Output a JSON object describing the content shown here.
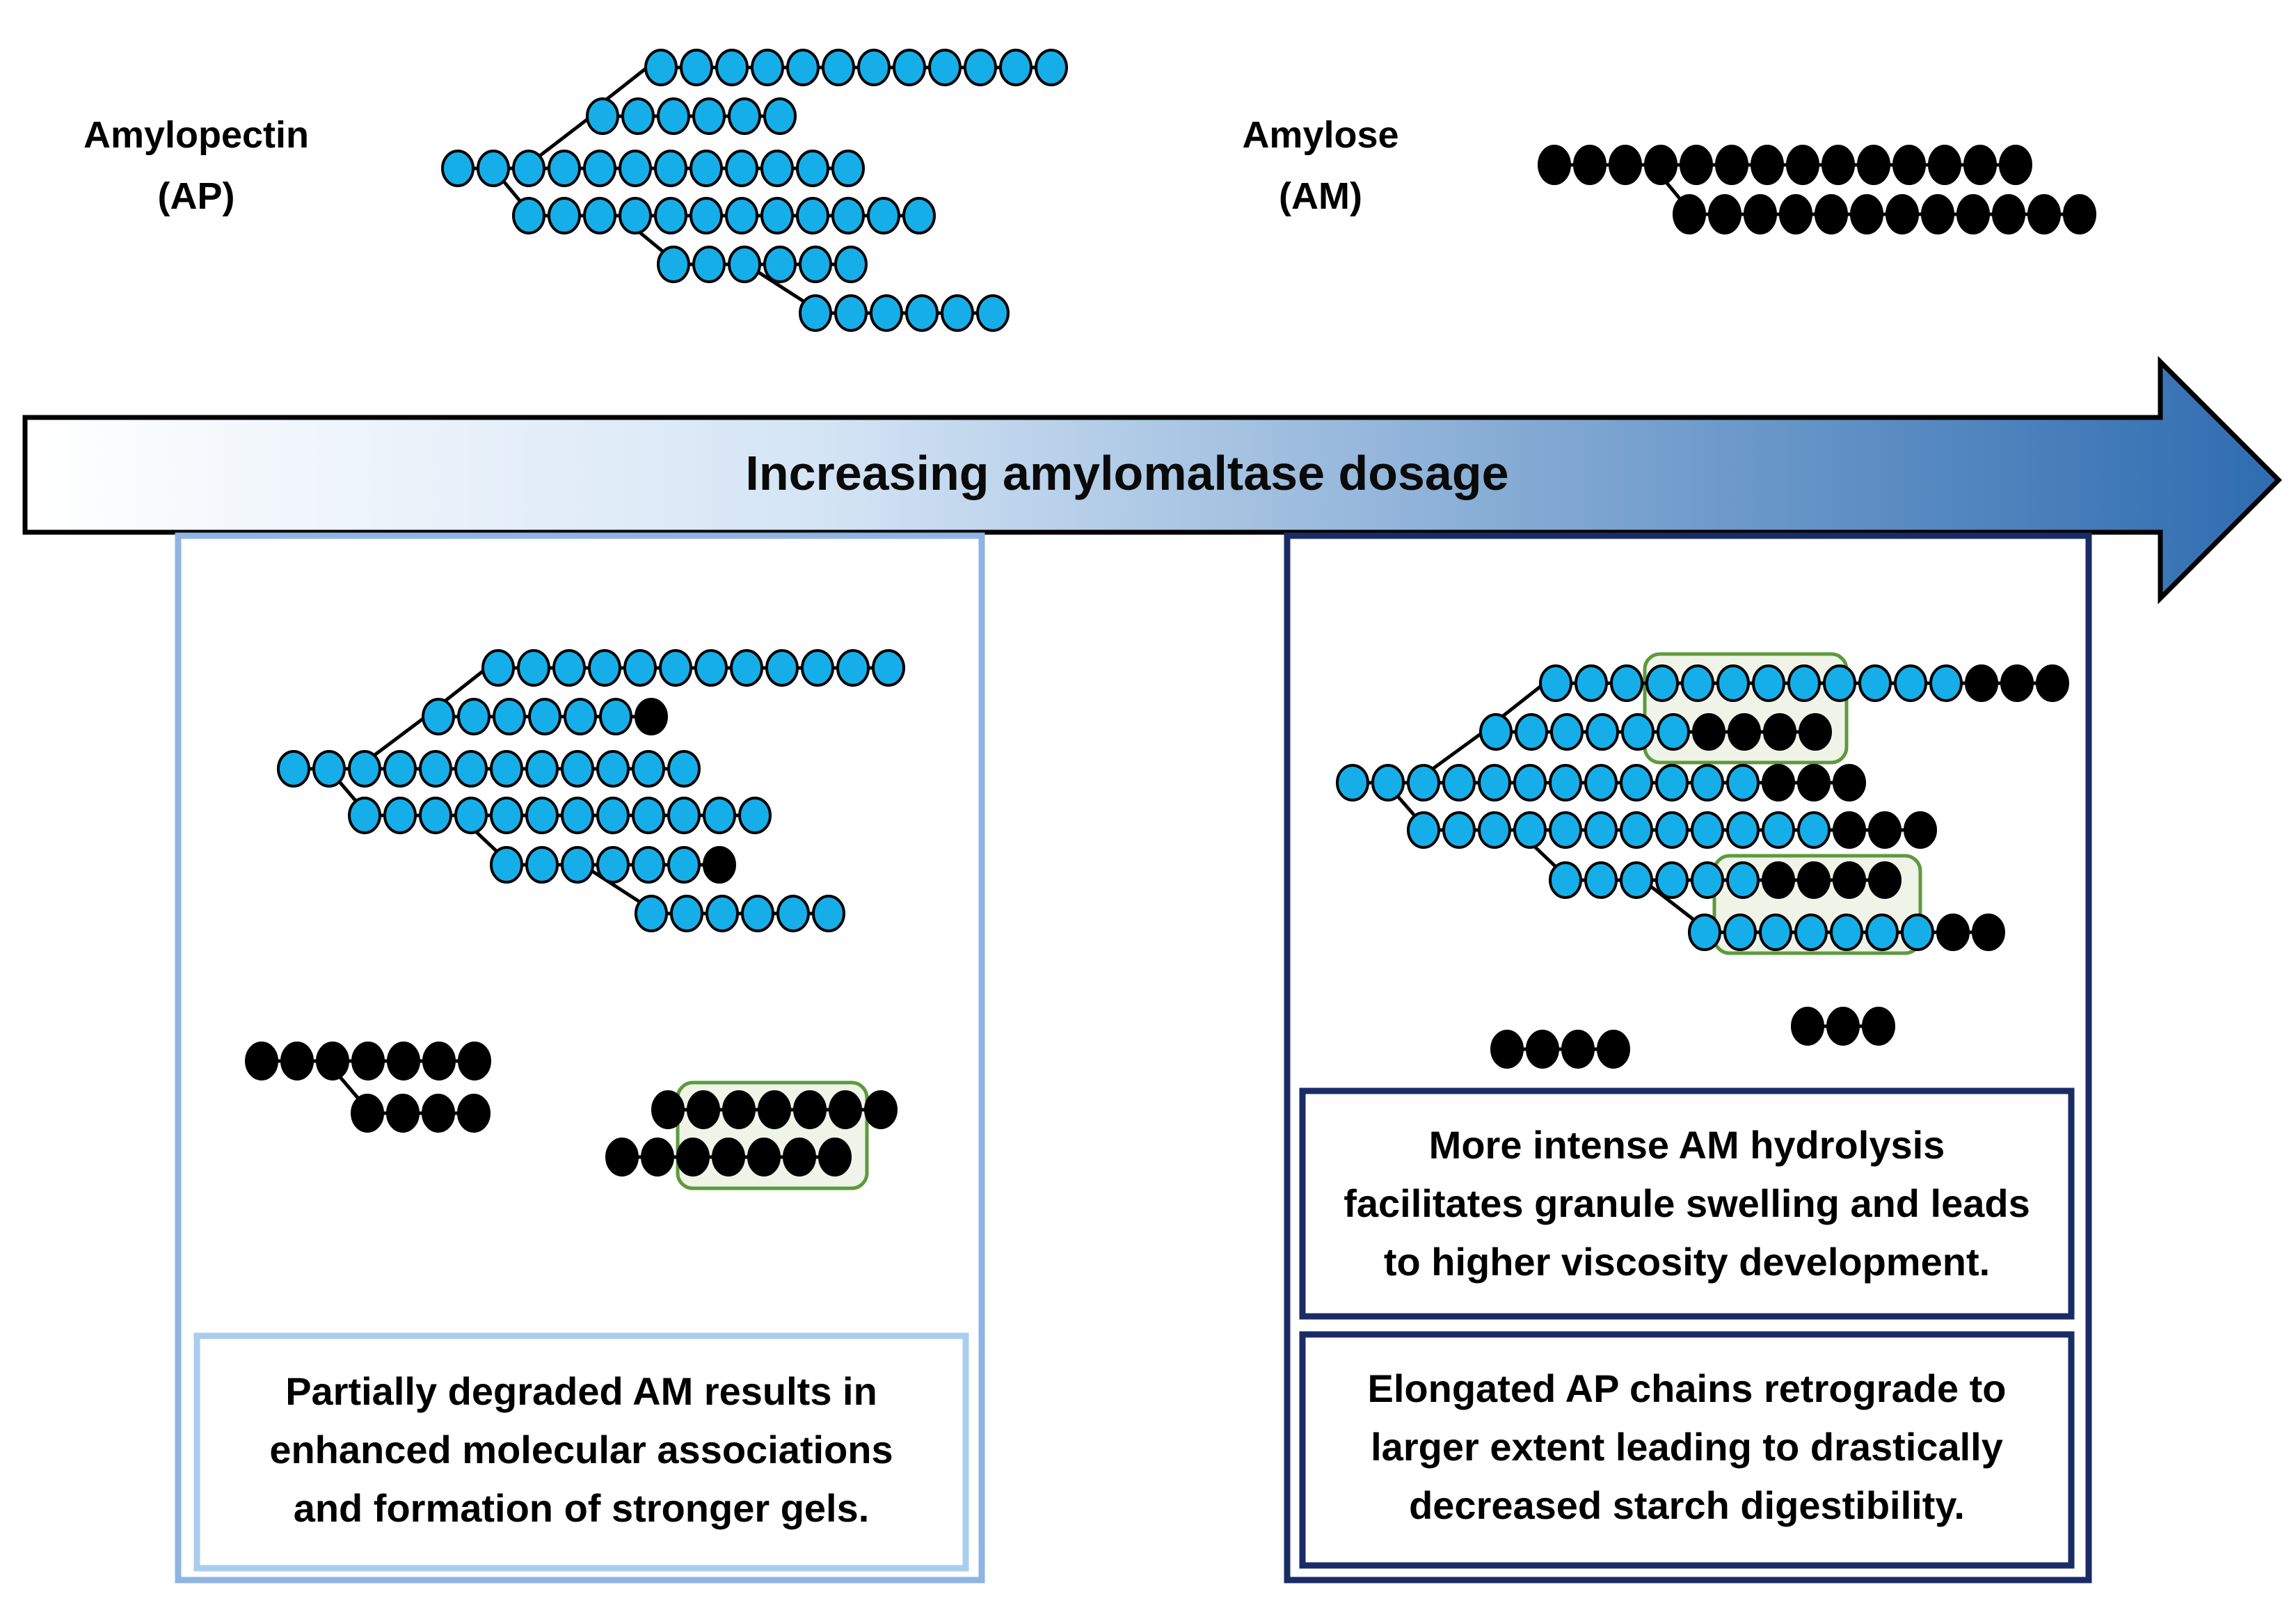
{
  "legend": {
    "amylopectin_name": "Amylopectin",
    "amylopectin_abbr": "(AP)",
    "amylose_name": "Amylose",
    "amylose_abbr": "(AM)"
  },
  "arrow": {
    "label": "Increasing amylomaltase dosage"
  },
  "left_panel": {
    "caption_lines": [
      "Partially degraded AM results in",
      "enhanced molecular associations",
      "and formation of stronger gels."
    ]
  },
  "right_panel": {
    "caption1_lines": [
      "More intense AM hydrolysis",
      "facilitates granule swelling and leads",
      "to higher viscosity development."
    ],
    "caption2_lines": [
      "Elongated AP chains retrograde to",
      "larger extent leading to drastically",
      "decreased starch digestibility."
    ]
  },
  "colors": {
    "amylopectin_unit": "#16aee8",
    "amylose_unit": "#000000",
    "arrow_dark": "#2e6cb0",
    "arrow_light": "#ffffff",
    "left_frame": "#8fb4e3",
    "left_caption_frame": "#a9cdee",
    "right_frame": "#1a2c66",
    "association_fill": "#eff3e8",
    "association_stroke": "#5e9a3d"
  }
}
